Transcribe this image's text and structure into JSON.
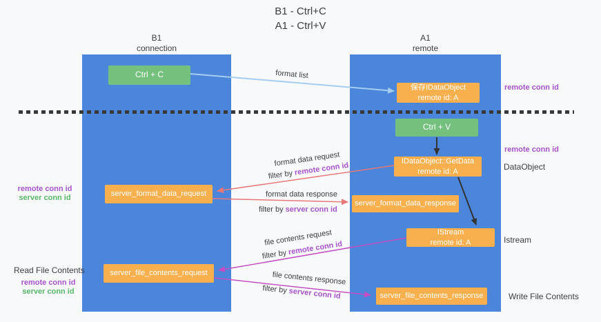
{
  "title": {
    "line1": "B1 - Ctrl+C",
    "line2": "A1 - Ctrl+V"
  },
  "lanes": {
    "b1": {
      "name": "B1",
      "subtitle": "connection"
    },
    "a1": {
      "name": "A1",
      "subtitle": "remote"
    }
  },
  "boxes": {
    "ctrl_c": {
      "label": "Ctrl + C"
    },
    "save_dataobject": {
      "line1": "保存IDataObject",
      "line2": "remote id: A"
    },
    "ctrl_v": {
      "label": "Ctrl + V"
    },
    "getdata": {
      "line1": "IDataObject::GetData",
      "line2": "remote id: A"
    },
    "server_format_data_request": {
      "label": "server_format_data_request"
    },
    "server_format_data_response": {
      "label": "server_format_data_response"
    },
    "istream": {
      "line1": "IStream",
      "line2": "remote id: A"
    },
    "server_file_contents_request": {
      "label": "server_file_contents_request"
    },
    "server_file_contents_response": {
      "label": "server_file_contents_response"
    }
  },
  "flow_labels": {
    "format_list": "format list",
    "format_data_request": "format data request",
    "format_data_response": "format data response",
    "file_contents_request": "file contents request",
    "file_contents_response": "file contents response",
    "filter_by": "filter by",
    "remote_conn_id": "remote conn id",
    "server_conn_id": "server conn id"
  },
  "side_labels": {
    "left": {
      "remote_conn_id": "remote conn id",
      "server_conn_id": "server conn id",
      "read_file_contents": "Read File Contents"
    },
    "right": {
      "remote_conn_id_top": "remote conn id",
      "remote_conn_id_mid": "remote conn id",
      "dataobject": "DataObject",
      "istream": "Istream",
      "write_file_contents": "Write File Contents"
    }
  },
  "colors": {
    "background": "#f8f9fa",
    "lane_blue": "#4b86da",
    "box_green": "#74c07d",
    "box_orange": "#f8b04e",
    "purple_text": "#a653cb",
    "green_text": "#58b868",
    "arrow_light_blue": "#a5cdf1",
    "arrow_red": "#e87878",
    "arrow_magenta": "#c44fc4",
    "arrow_black": "#333333"
  }
}
